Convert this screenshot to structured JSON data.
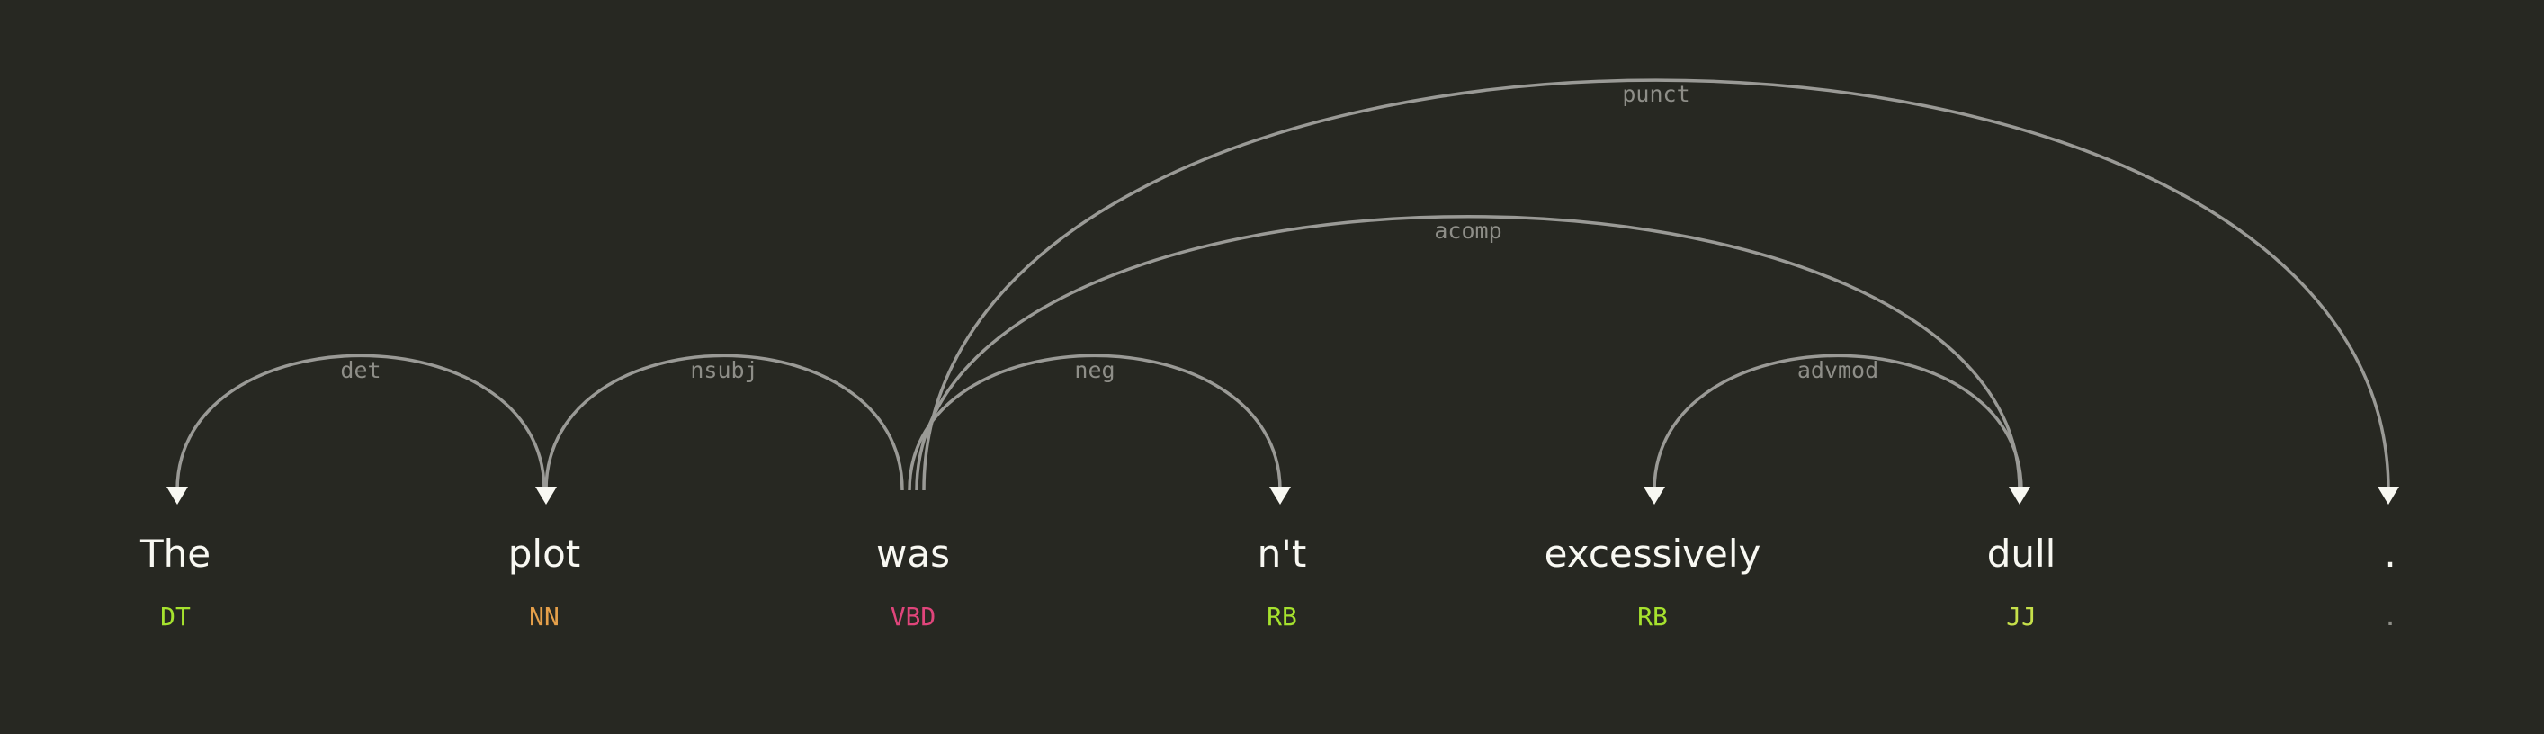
{
  "tokens": [
    {
      "text": "The",
      "tag": "DT",
      "tag_color": "#a6e22e"
    },
    {
      "text": "plot",
      "tag": "NN",
      "tag_color": "#e6a04a"
    },
    {
      "text": "was",
      "tag": "VBD",
      "tag_color": "#e0457b"
    },
    {
      "text": "n't",
      "tag": "RB",
      "tag_color": "#a6e22e"
    },
    {
      "text": "excessively",
      "tag": "RB",
      "tag_color": "#a6e22e"
    },
    {
      "text": "dull",
      "tag": "JJ",
      "tag_color": "#c6e04a"
    },
    {
      "text": ".",
      "tag": ".",
      "tag_color": "#8e8e88"
    }
  ],
  "arcs": [
    {
      "label": "det",
      "head": 1,
      "dep": 0
    },
    {
      "label": "nsubj",
      "head": 2,
      "dep": 1
    },
    {
      "label": "neg",
      "head": 2,
      "dep": 3
    },
    {
      "label": "advmod",
      "head": 5,
      "dep": 4
    },
    {
      "label": "acomp",
      "head": 2,
      "dep": 5
    },
    {
      "label": "punct",
      "head": 2,
      "dep": 6
    }
  ],
  "colors": {
    "background": "#272822",
    "word": "#f8f8f2",
    "arc": "#9a9a96",
    "arc_label": "#8e8e88"
  }
}
